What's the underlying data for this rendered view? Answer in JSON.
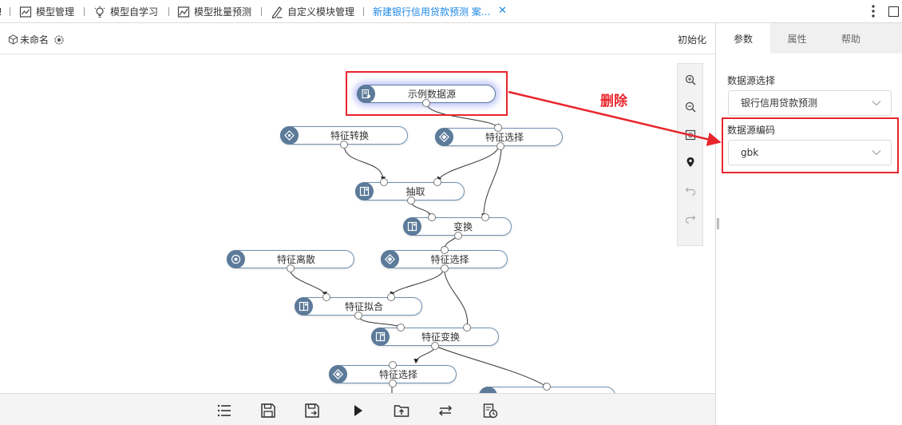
{
  "tabs": {
    "items": [
      {
        "label": "模型管理",
        "icon": "line-chart-icon"
      },
      {
        "label": "模型自学习",
        "icon": "lightbulb-icon"
      },
      {
        "label": "模型批量预测",
        "icon": "area-chart-icon"
      },
      {
        "label": "自定义模块管理",
        "icon": "edit-doc-icon"
      },
      {
        "label": "新建银行信用贷款预测 案...",
        "icon": "",
        "active": true
      }
    ],
    "partial_left": "!",
    "close_glyph": "✕"
  },
  "canvas": {
    "doc_title": "未命名",
    "init_label": "初始化",
    "annotation": "删除",
    "nodes": [
      {
        "id": "n1",
        "label": "示例数据源",
        "icon": "datasource-icon"
      },
      {
        "id": "n2",
        "label": "特征转换",
        "icon": "feature-icon"
      },
      {
        "id": "n3",
        "label": "特征选择",
        "icon": "select-icon"
      },
      {
        "id": "n4",
        "label": "抽取",
        "icon": "module-icon"
      },
      {
        "id": "n5",
        "label": "变换",
        "icon": "module-icon"
      },
      {
        "id": "n6",
        "label": "特征离散",
        "icon": "feature-icon"
      },
      {
        "id": "n7",
        "label": "特征选择",
        "icon": "select-icon"
      },
      {
        "id": "n8",
        "label": "特征拟合",
        "icon": "module-icon"
      },
      {
        "id": "n9",
        "label": "特征变换",
        "icon": "module-icon"
      },
      {
        "id": "n10",
        "label": "特征选择",
        "icon": "select-icon"
      },
      {
        "id": "n11",
        "label": "",
        "icon": "module-icon"
      }
    ]
  },
  "panel": {
    "tabs": [
      "参数",
      "属性",
      "帮助"
    ],
    "fields": [
      {
        "label": "数据源选择",
        "value": "银行信用贷款预测"
      },
      {
        "label": "数据源编码",
        "value": "gbk"
      }
    ]
  },
  "colors": {
    "accent": "#1e88e5",
    "annotation": "#e8252d",
    "node_icon": "#5c7a99"
  }
}
